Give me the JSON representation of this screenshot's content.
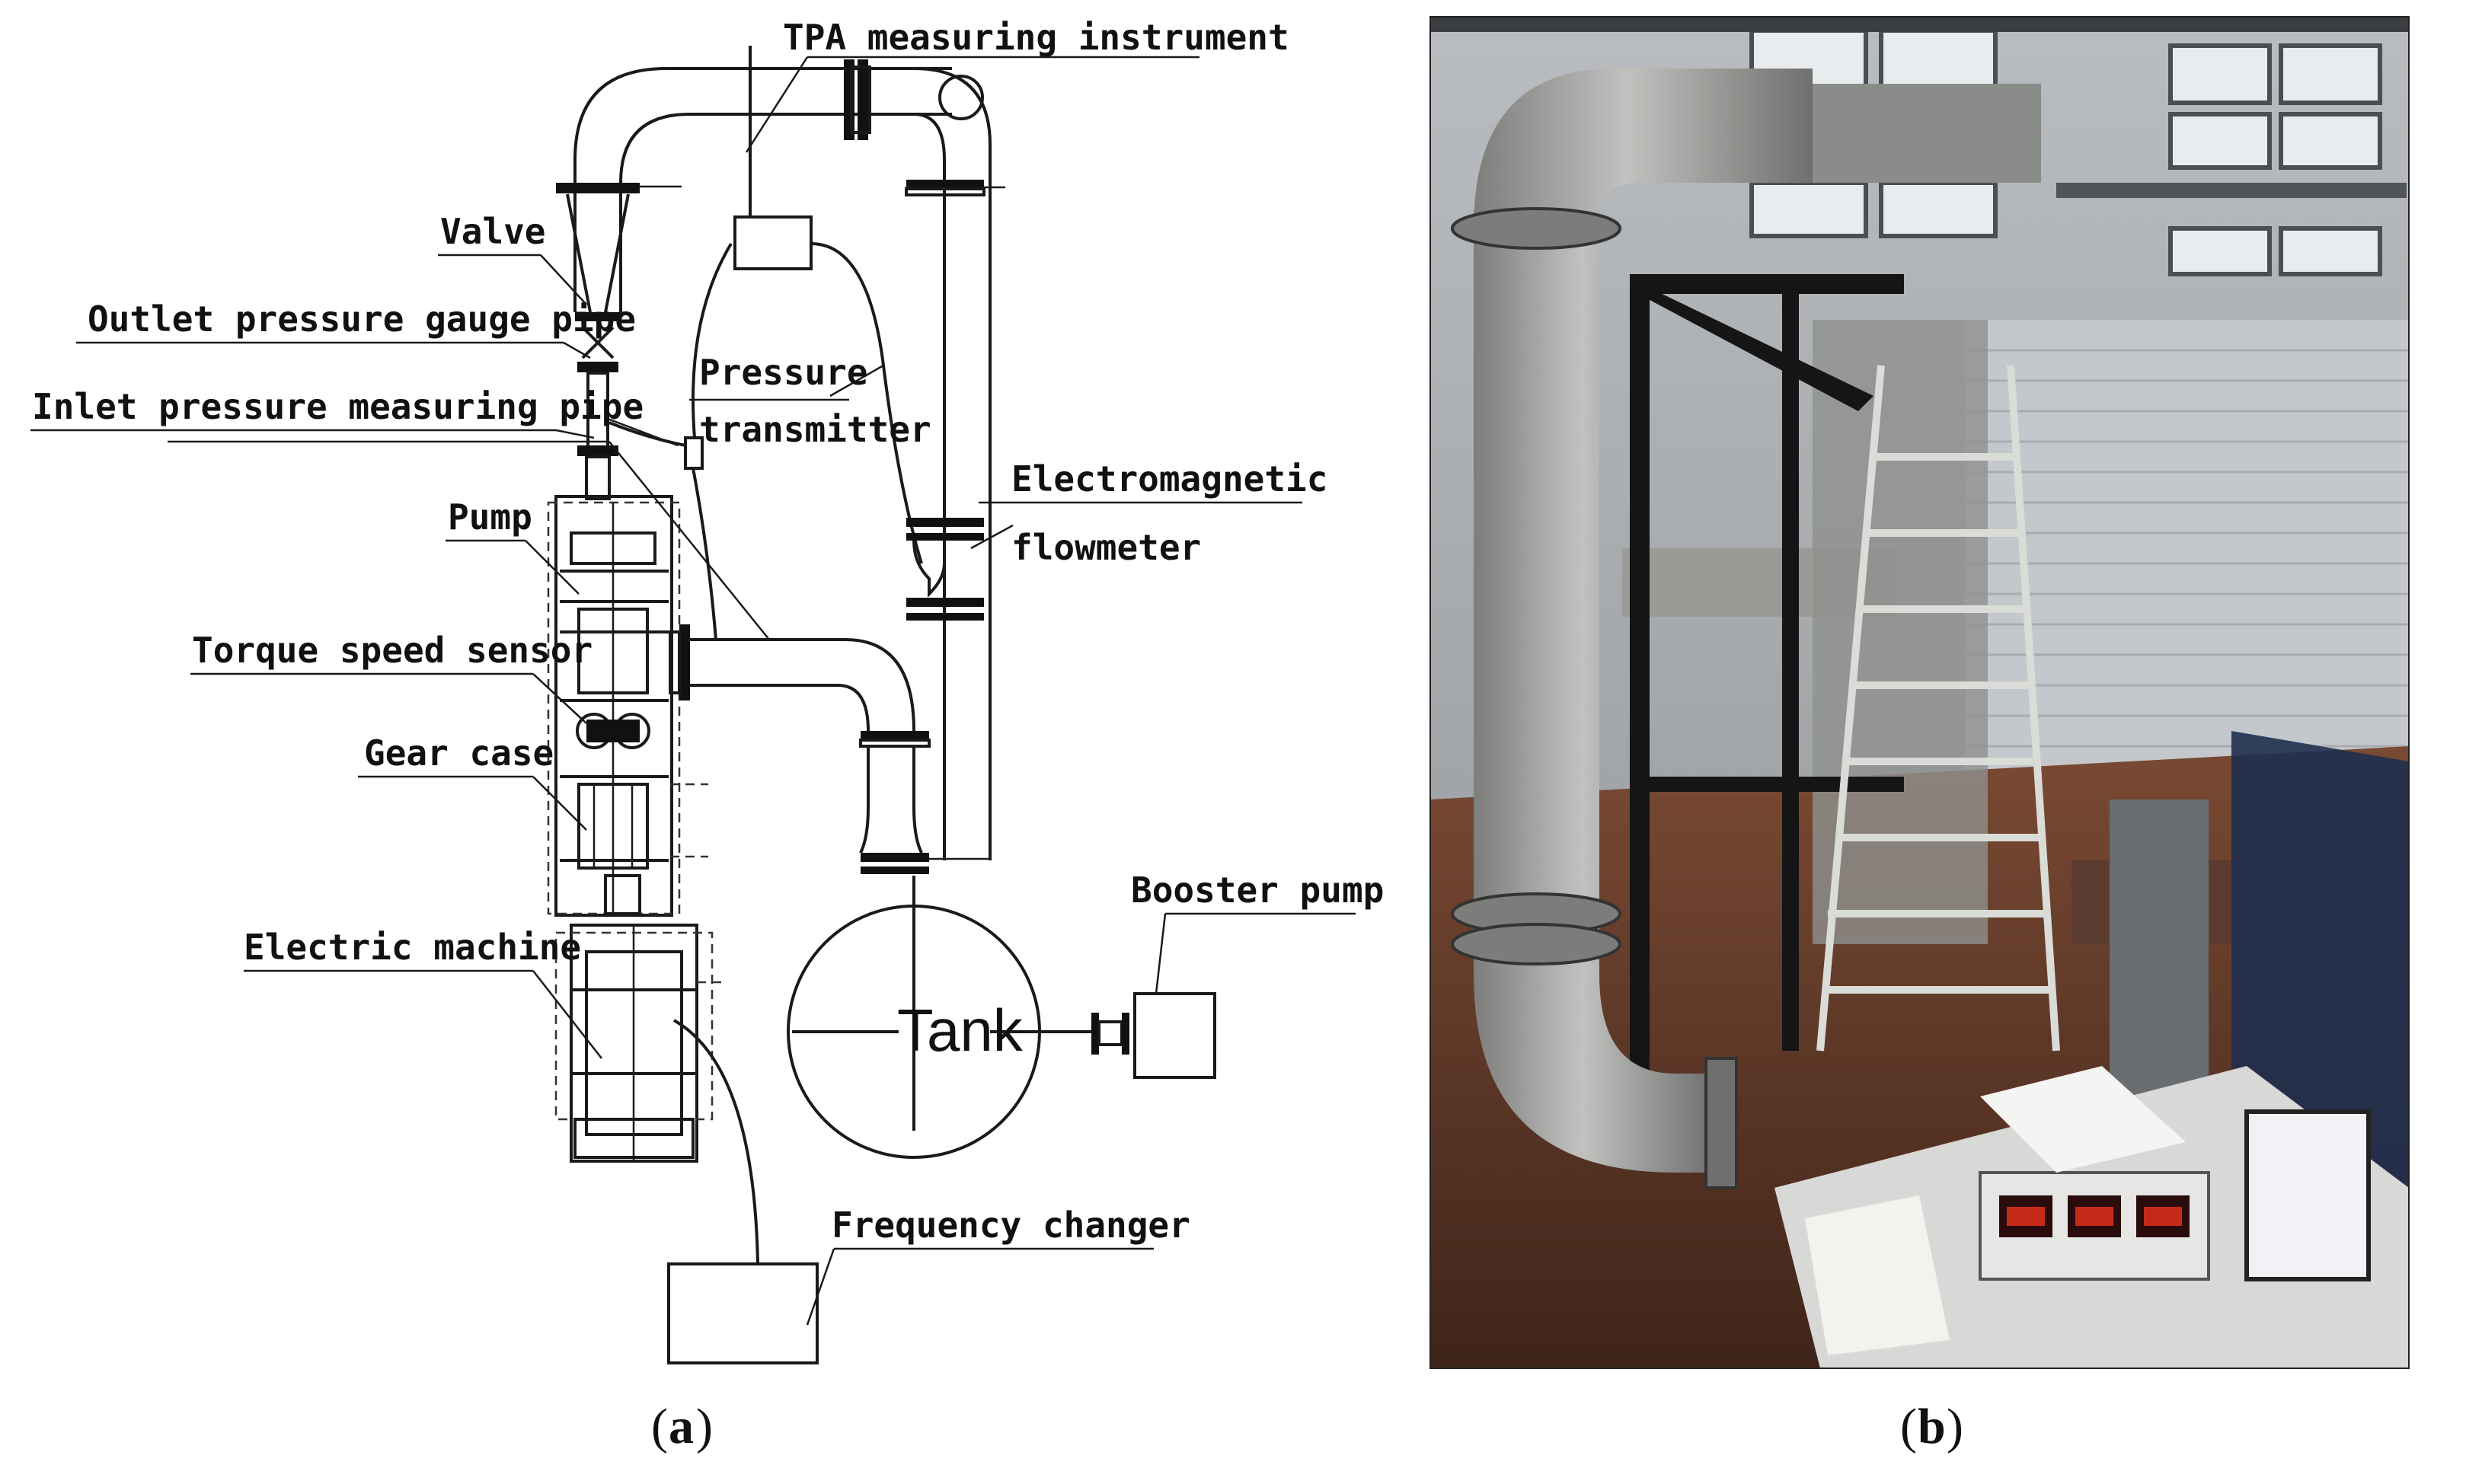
{
  "panel_a": {
    "labels": {
      "tpa": "TPA measuring instrument",
      "valve": "Valve",
      "outlet_gauge": "Outlet pressure gauge pipe",
      "inlet_pipe": "Inlet pressure measuring pipe",
      "pressure_1": "Pressure",
      "pressure_2": "transmitter",
      "flowmeter_1": "Electromagnetic",
      "flowmeter_2": "flowmeter",
      "pump": "Pump",
      "torque": "Torque speed sensor",
      "gear": "Gear case",
      "motor": "Electric machine",
      "booster": "Booster pump",
      "tank": "Tank",
      "freq": "Frequency changer"
    },
    "caption_open": "(",
    "caption_letter": "a",
    "caption_close": ")"
  },
  "panel_b": {
    "caption_open": "(",
    "caption_letter": "b",
    "caption_close": ")"
  },
  "colors": {
    "line": "#1a1a1a",
    "photo_wall": "#c9ccd0",
    "pipe": "#a8a9a6",
    "floor": "#6b3c2a",
    "frame": "#151515"
  }
}
